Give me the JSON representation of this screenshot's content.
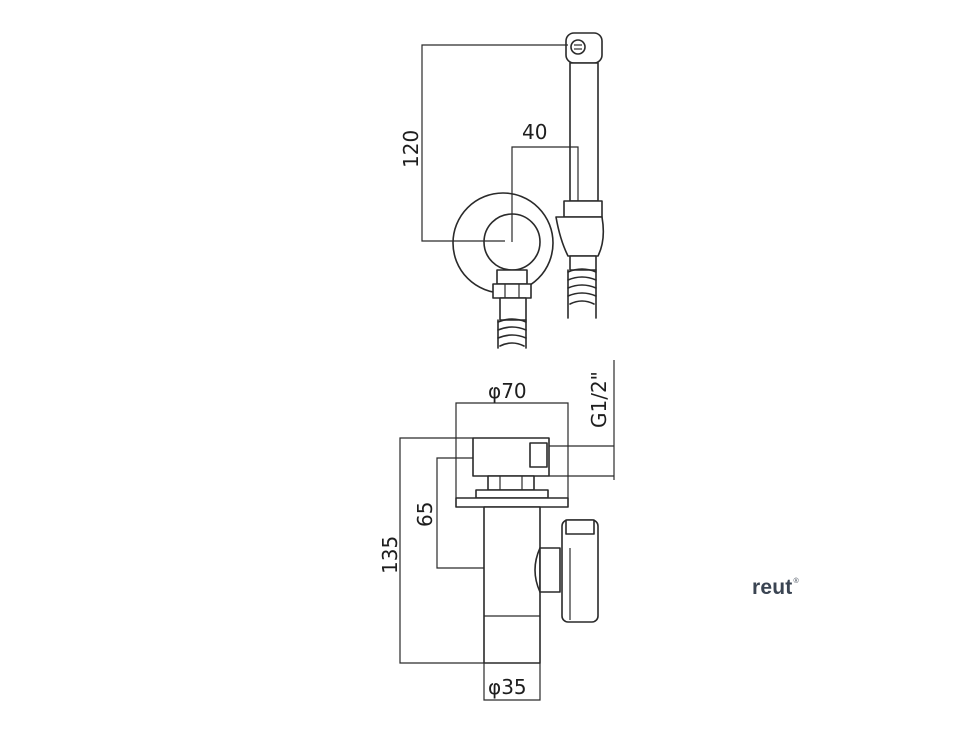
{
  "dimensions": {
    "height_top": "120",
    "offset": "40",
    "plate_diameter": "φ70",
    "thread": "G1/2\"",
    "height_total": "135",
    "height_mid": "65",
    "base_diameter": "φ35"
  },
  "brand": {
    "logo_text": "reut",
    "logo_mark": "®",
    "color": "#3a4452"
  }
}
